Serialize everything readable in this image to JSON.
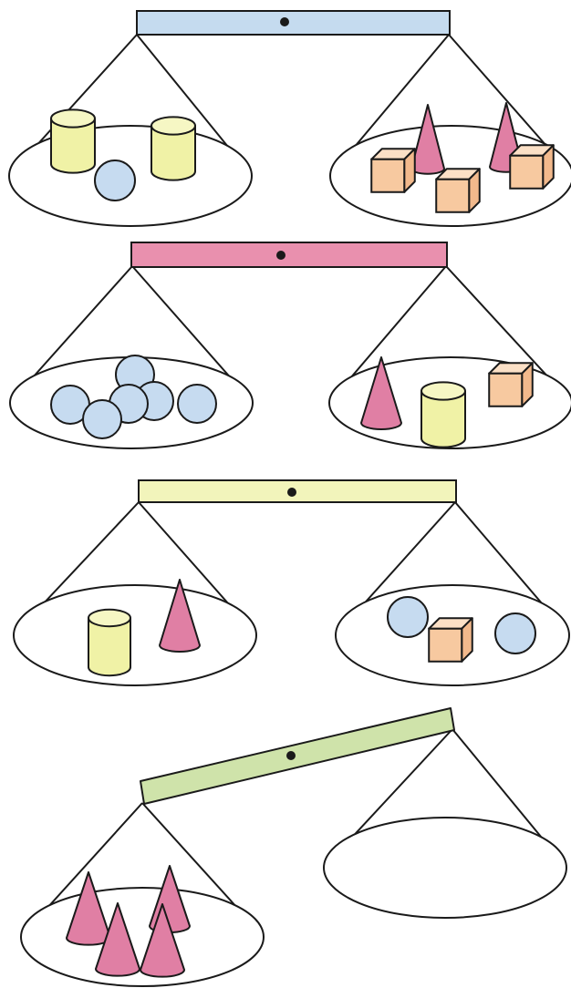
{
  "palette": {
    "outline": "#1a1a1a",
    "pan_fill": "#ffffff",
    "cylinder_top": "#f6f7c4",
    "cylinder_body": "#f0f2a6",
    "sphere": "#c6dbf0",
    "cone": "#e07fa4",
    "cube_front": "#f7c9a0",
    "cube_top": "#fbe0c6",
    "cube_side": "#f2b98c"
  },
  "scales": [
    {
      "id": "balance-1",
      "beam_color": "#c5dbef",
      "tilted": false,
      "left_pan": [
        {
          "shape": "cylinder",
          "count": 2
        },
        {
          "shape": "sphere",
          "count": 1
        }
      ],
      "right_pan": [
        {
          "shape": "cone",
          "count": 2
        },
        {
          "shape": "cube",
          "count": 3
        }
      ]
    },
    {
      "id": "balance-2",
      "beam_color": "#e990ae",
      "tilted": false,
      "left_pan": [
        {
          "shape": "sphere",
          "count": 6
        }
      ],
      "right_pan": [
        {
          "shape": "cone",
          "count": 1
        },
        {
          "shape": "cylinder",
          "count": 1
        },
        {
          "shape": "cube",
          "count": 1
        }
      ]
    },
    {
      "id": "balance-3",
      "beam_color": "#f2f4bb",
      "tilted": false,
      "left_pan": [
        {
          "shape": "cylinder",
          "count": 1
        },
        {
          "shape": "cone",
          "count": 1
        }
      ],
      "right_pan": [
        {
          "shape": "sphere",
          "count": 2
        },
        {
          "shape": "cube",
          "count": 1
        }
      ]
    },
    {
      "id": "balance-4",
      "beam_color": "#cfe3aa",
      "tilted": true,
      "heavier_side": "left",
      "left_pan": [
        {
          "shape": "cone",
          "count": 4
        }
      ],
      "right_pan": []
    }
  ]
}
